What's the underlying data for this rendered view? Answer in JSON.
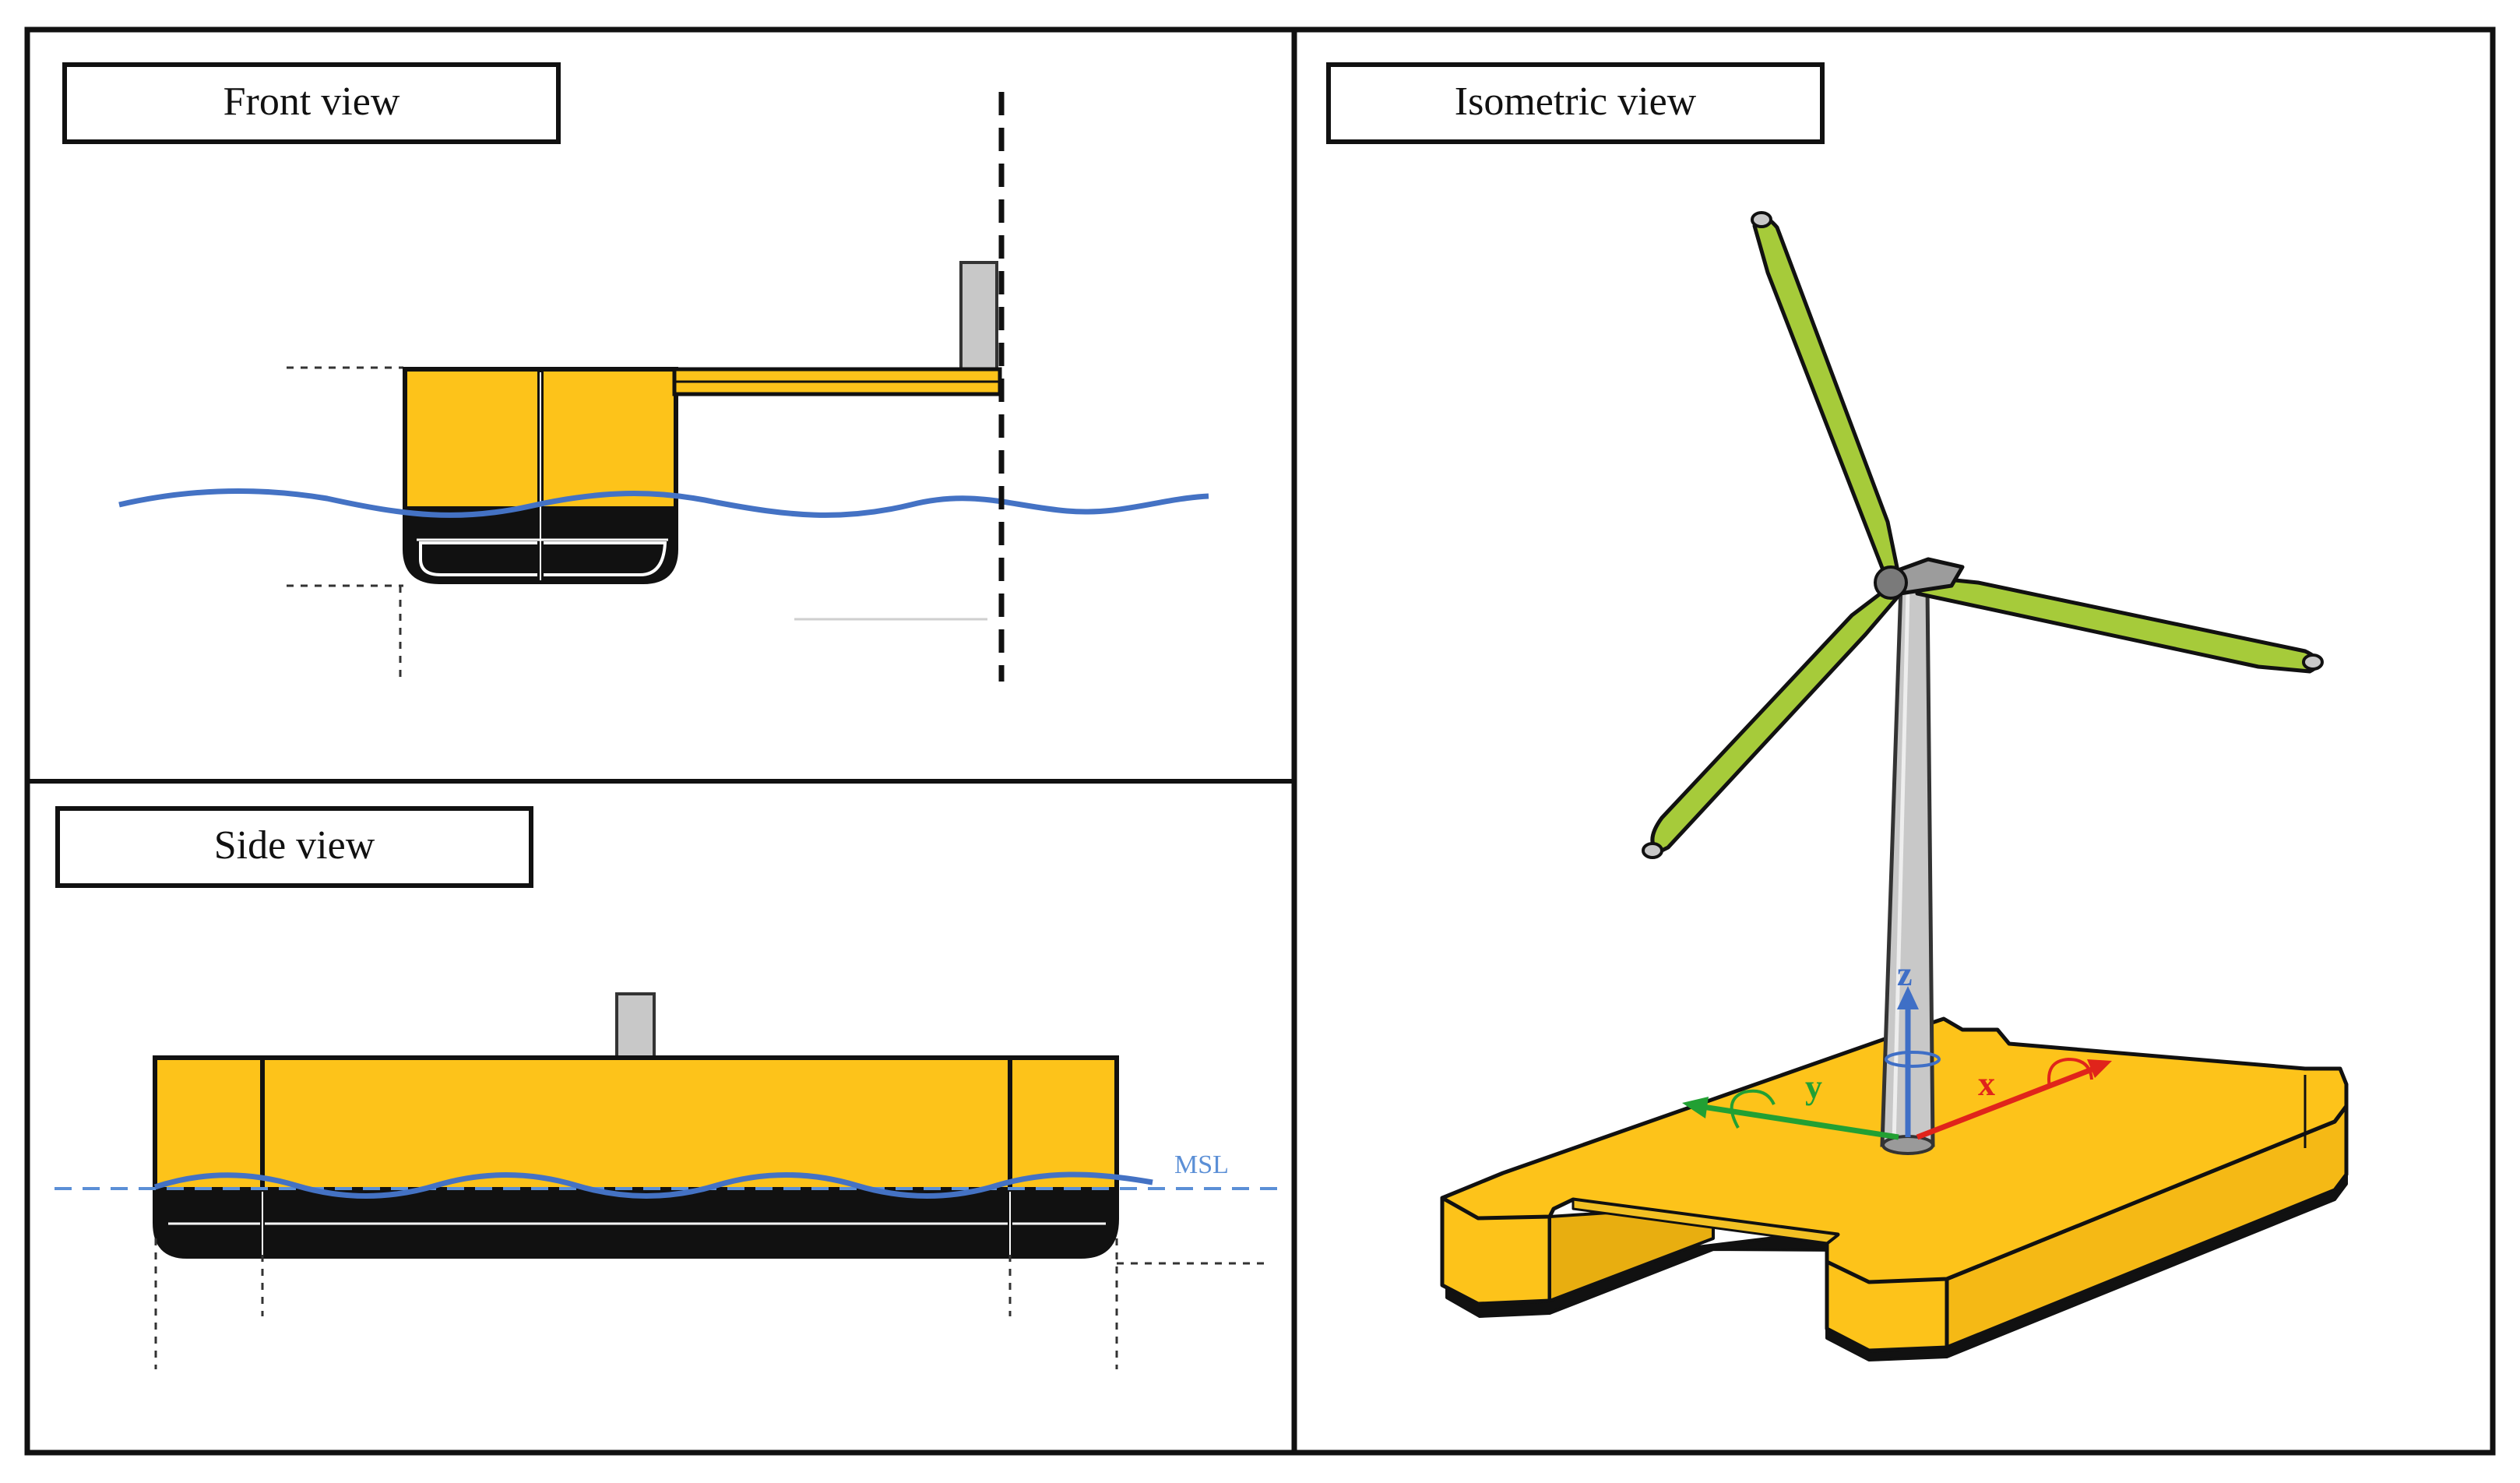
{
  "panels": {
    "front": {
      "label": "Front view"
    },
    "side": {
      "label": "Side view"
    },
    "isometric": {
      "label": "Isometric view"
    }
  },
  "annotations": {
    "msl": "MSL",
    "axis_x": "x",
    "axis_y": "y",
    "axis_z": "z"
  },
  "colors": {
    "hull": "#FDC31A",
    "hull_submerged": "#111111",
    "blade": "#A6CB3A",
    "tower": "#C8C8C8",
    "water": "#4472C4",
    "msl_line": "#5B8FD6",
    "axis_x": "#E0241B",
    "axis_y": "#22A033",
    "axis_z": "#3F6FC6"
  }
}
